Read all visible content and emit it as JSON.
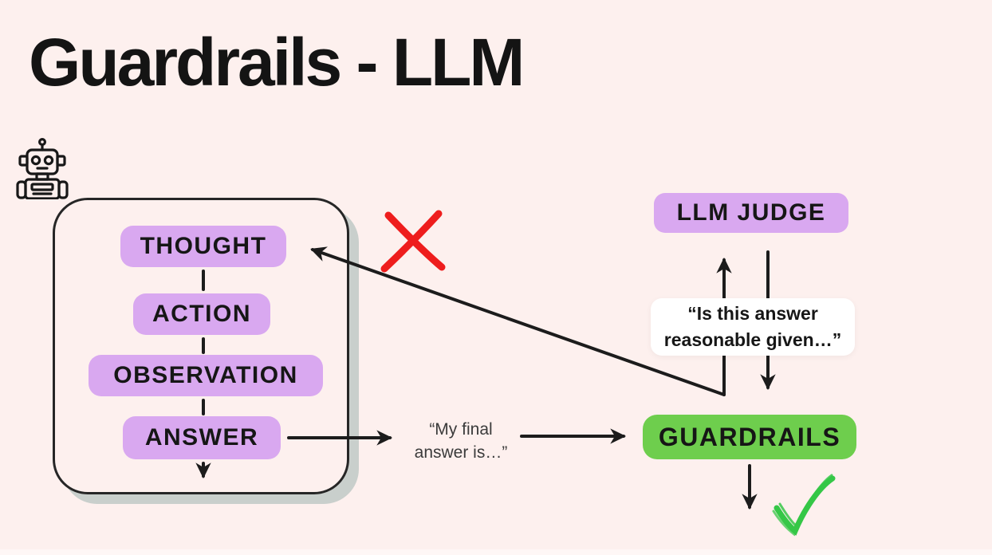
{
  "slide": {
    "title": "Guardrails - LLM"
  },
  "react_loop": {
    "steps": [
      {
        "label": "THOUGHT"
      },
      {
        "label": "ACTION"
      },
      {
        "label": "OBSERVATION"
      },
      {
        "label": "ANSWER"
      }
    ]
  },
  "final_answer_quote": {
    "line1": "“My final",
    "line2": "answer is…”"
  },
  "llm_judge": {
    "label": "LLM JUDGE"
  },
  "judge_question": {
    "line1": "“Is this answer",
    "line2": "reasonable given…”"
  },
  "guardrails": {
    "label": "GUARDRAILS"
  },
  "icons": {
    "robot": "robot-icon",
    "red_cross": "red-cross-icon",
    "green_check": "green-check-icon"
  },
  "colors": {
    "background": "#fdf0ee",
    "pill_purple": "#d9a8f0",
    "pill_green": "#6ece4d",
    "line_black": "#1c1c1c",
    "cross_red": "#ee1d1d",
    "check_green": "#35c747",
    "box_shadow_gray": "#c9cfcc",
    "quote_text_gray": "#3b3b3b"
  }
}
